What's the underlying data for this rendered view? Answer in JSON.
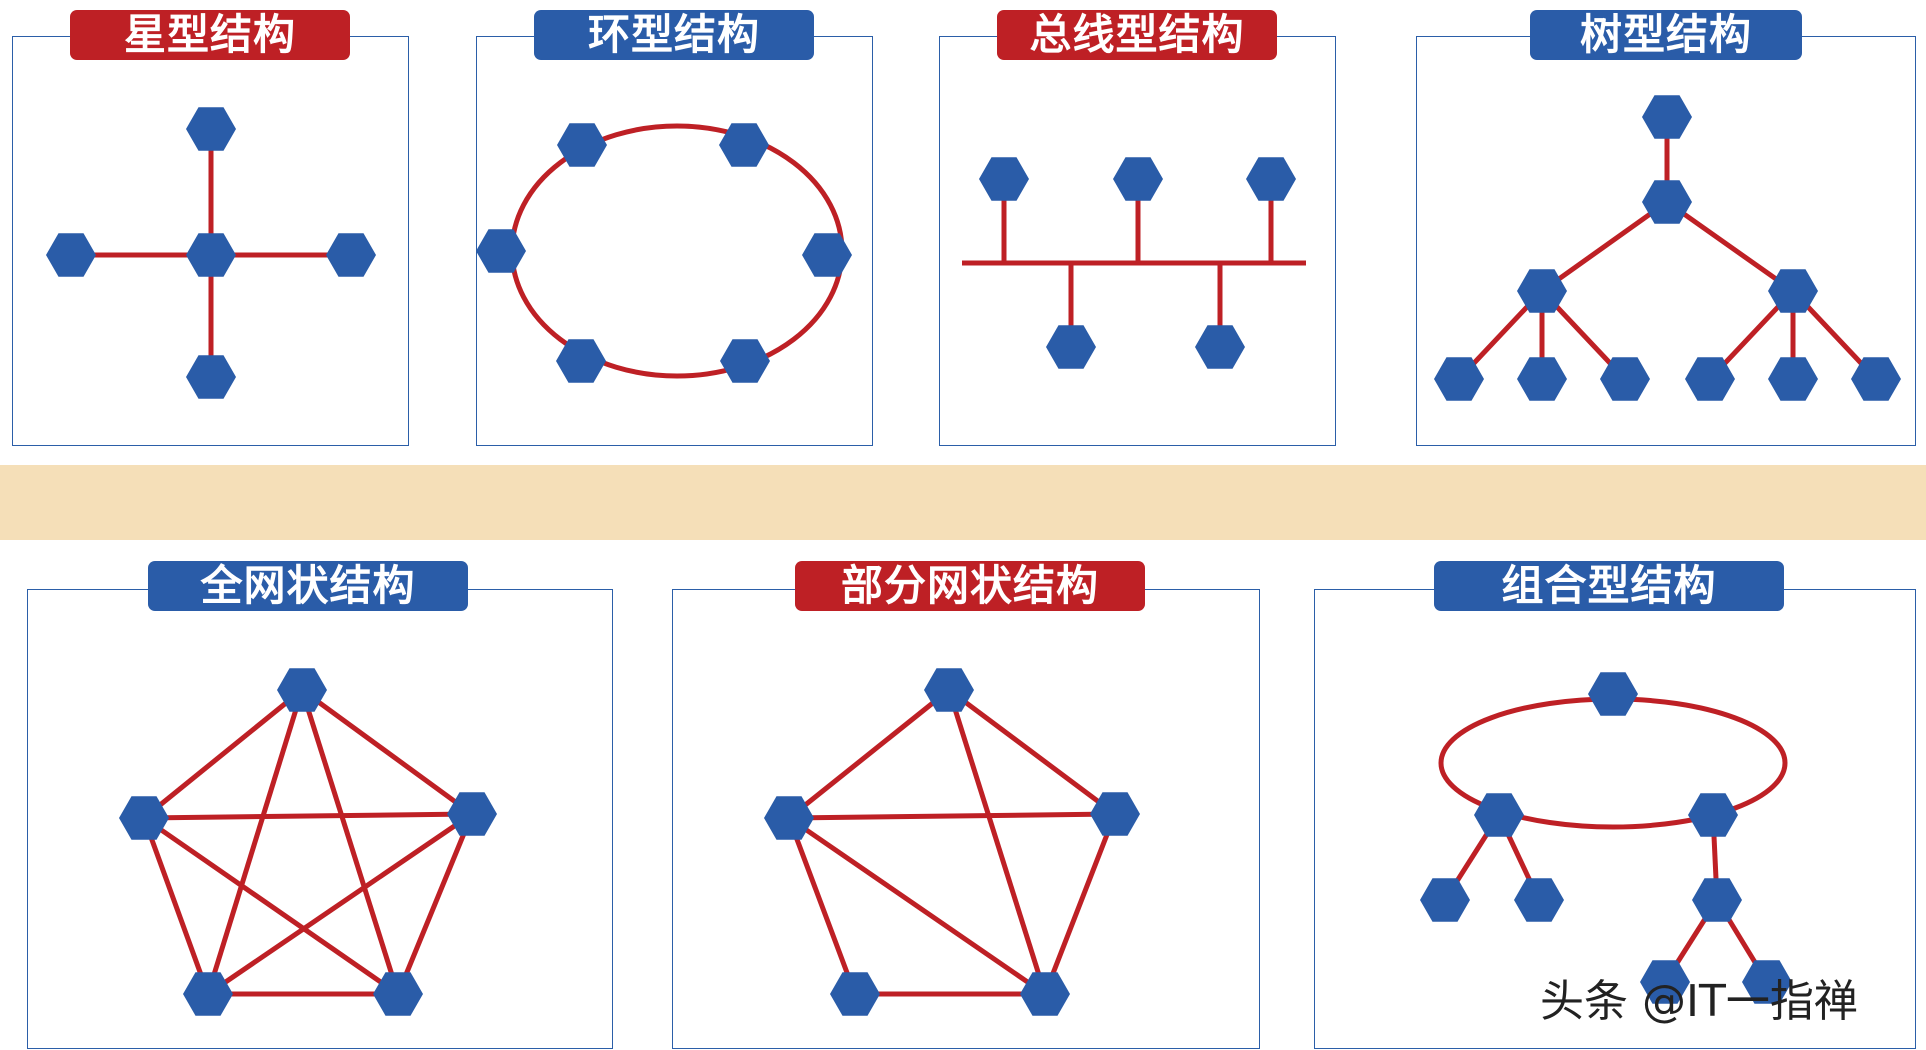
{
  "colors": {
    "node": "#2a5ca8",
    "link": "#be2025",
    "title_red": "#be2025",
    "title_blue": "#2a5ca8",
    "band": "#f5dfb8"
  },
  "panels": [
    {
      "title": "星型结构",
      "title_color": "red"
    },
    {
      "title": "环型结构",
      "title_color": "blue"
    },
    {
      "title": "总线型结构",
      "title_color": "red"
    },
    {
      "title": "树型结构",
      "title_color": "blue"
    },
    {
      "title": "全网状结构",
      "title_color": "blue"
    },
    {
      "title": "部分网状结构",
      "title_color": "red"
    },
    {
      "title": "组合型结构",
      "title_color": "blue"
    }
  ],
  "watermark": "头条 @IT一指禅"
}
